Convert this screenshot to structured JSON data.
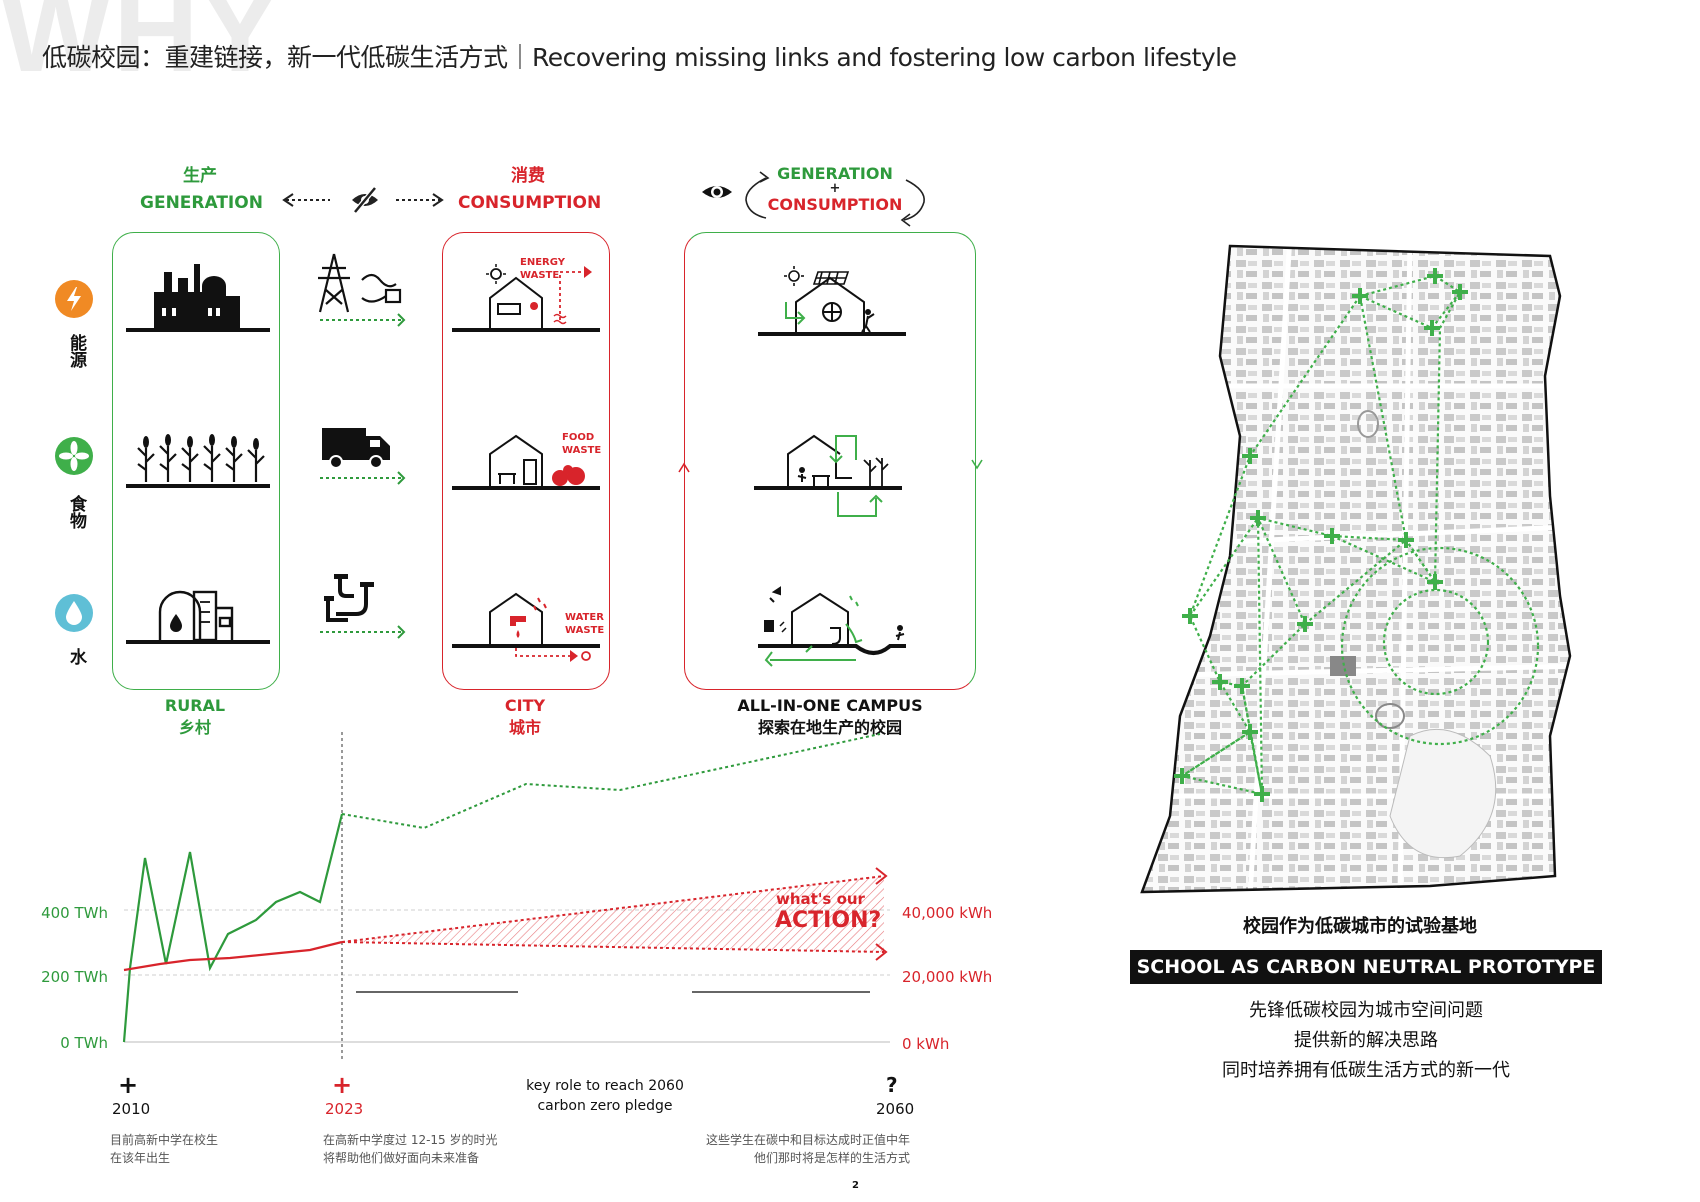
{
  "header": {
    "watermark": "WHY",
    "title": "低碳校园：重建链接，新一代低碳生活方式｜Recovering missing links and fostering low carbon lifestyle"
  },
  "columns": {
    "generation_cn": "生产",
    "generation_en": "GENERATION",
    "consumption_cn": "消费",
    "consumption_en": "CONSUMPTION",
    "loop_top": "GENERATION",
    "loop_plus": "+",
    "loop_bottom": "CONSUMPTION"
  },
  "rows": {
    "energy": "能源",
    "food": "食物",
    "water": "水"
  },
  "row_colors": {
    "energy": "#f08a24",
    "food": "#3faf4a",
    "water": "#5fbfd6"
  },
  "waste_labels": {
    "energy_1": "ENERGY",
    "energy_2": "WASTE",
    "food_1": "FOOD",
    "food_2": "WASTE",
    "water_1": "WATER",
    "water_2": "WASTE"
  },
  "panel_captions": {
    "rural_en": "RURAL",
    "rural_cn": "乡村",
    "city_en": "CITY",
    "city_cn": "城市",
    "campus_en": "ALL-IN-ONE CAMPUS",
    "campus_cn": "探索在地生产的校园"
  },
  "timeline": {
    "left_axis": [
      "400 TWh",
      "200 TWh",
      "0 TWh"
    ],
    "right_axis": [
      "40,000 kWh",
      "20,000 kWh",
      "0 kWh"
    ],
    "action_1": "what's our",
    "action_2": "ACTION?",
    "y2010": "2010",
    "y2023": "2023",
    "y2060": "2060",
    "plus": "+",
    "question": "?",
    "pledge_1": "key role to reach 2060",
    "pledge_2": "carbon zero pledge",
    "note_2010_1": "目前高新中学在校生",
    "note_2010_2": "在该年出生",
    "note_2023_1": "在高新中学度过 12-15 岁的时光",
    "note_2023_2": "将帮助他们做好面向未来准备",
    "note_2060_1": "这些学生在碳中和目标达成时正值中年",
    "note_2060_2": "他们那时将是怎样的生活方式"
  },
  "map_section": {
    "title_cn": "校园作为低碳城市的试验基地",
    "banner": "SCHOOL AS CARBON NEUTRAL PROTOTYPE",
    "desc_1": "先锋低碳校园为城市空间问题",
    "desc_2": "提供新的解决思路",
    "desc_3": "同时培养拥有低碳生活方式的新一代"
  },
  "page_number": "2"
}
